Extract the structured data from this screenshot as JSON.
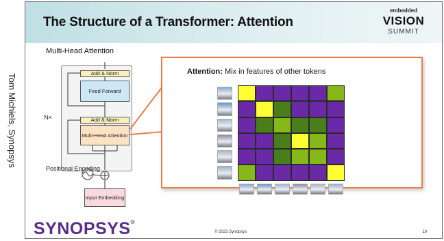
{
  "side_credit": "Tom Michiels, Synopsys",
  "header": {
    "title": "The Structure of a Transformer: Attention",
    "event_logo": {
      "top": "embedded",
      "middle": "VISION",
      "bottom": "SUMMIT"
    }
  },
  "diagram": {
    "heading": "Multi-Head Attention",
    "add_norm_top": "Add & Norm",
    "feed_forward": "Feed Forward",
    "add_norm_bottom": "Add & Norm",
    "multi_head_attention": "Multi-Head Attention",
    "nx": "N×",
    "positional_encoding": "Positional Encoding",
    "input_embedding": "Input Embedding"
  },
  "callout": {
    "title_bold": "Attention:",
    "title_rest": " Mix in features of other tokens",
    "colors": {
      "0": "#6a2aa8",
      "1": "#4a7e1a",
      "2": "#86b81a",
      "3": "#ffff33",
      "frame": "#ea7d44"
    },
    "matrix": [
      [
        3,
        0,
        0,
        0,
        0,
        2
      ],
      [
        0,
        3,
        1,
        0,
        0,
        0
      ],
      [
        0,
        1,
        2,
        1,
        1,
        0
      ],
      [
        0,
        0,
        1,
        3,
        2,
        0
      ],
      [
        0,
        0,
        1,
        2,
        2,
        0
      ],
      [
        2,
        0,
        0,
        0,
        0,
        3
      ]
    ],
    "thumb_colors": [
      "#8aa7c8",
      "#6f93c2",
      "#a5b8cf",
      "#8f8aa0",
      "#b0b6bd",
      "#9fb0c8"
    ]
  },
  "footer": {
    "logo": "SYNOPSYS",
    "logo_mark": "®",
    "copyright": "© 2023 Synopsys",
    "page_number": "19"
  }
}
